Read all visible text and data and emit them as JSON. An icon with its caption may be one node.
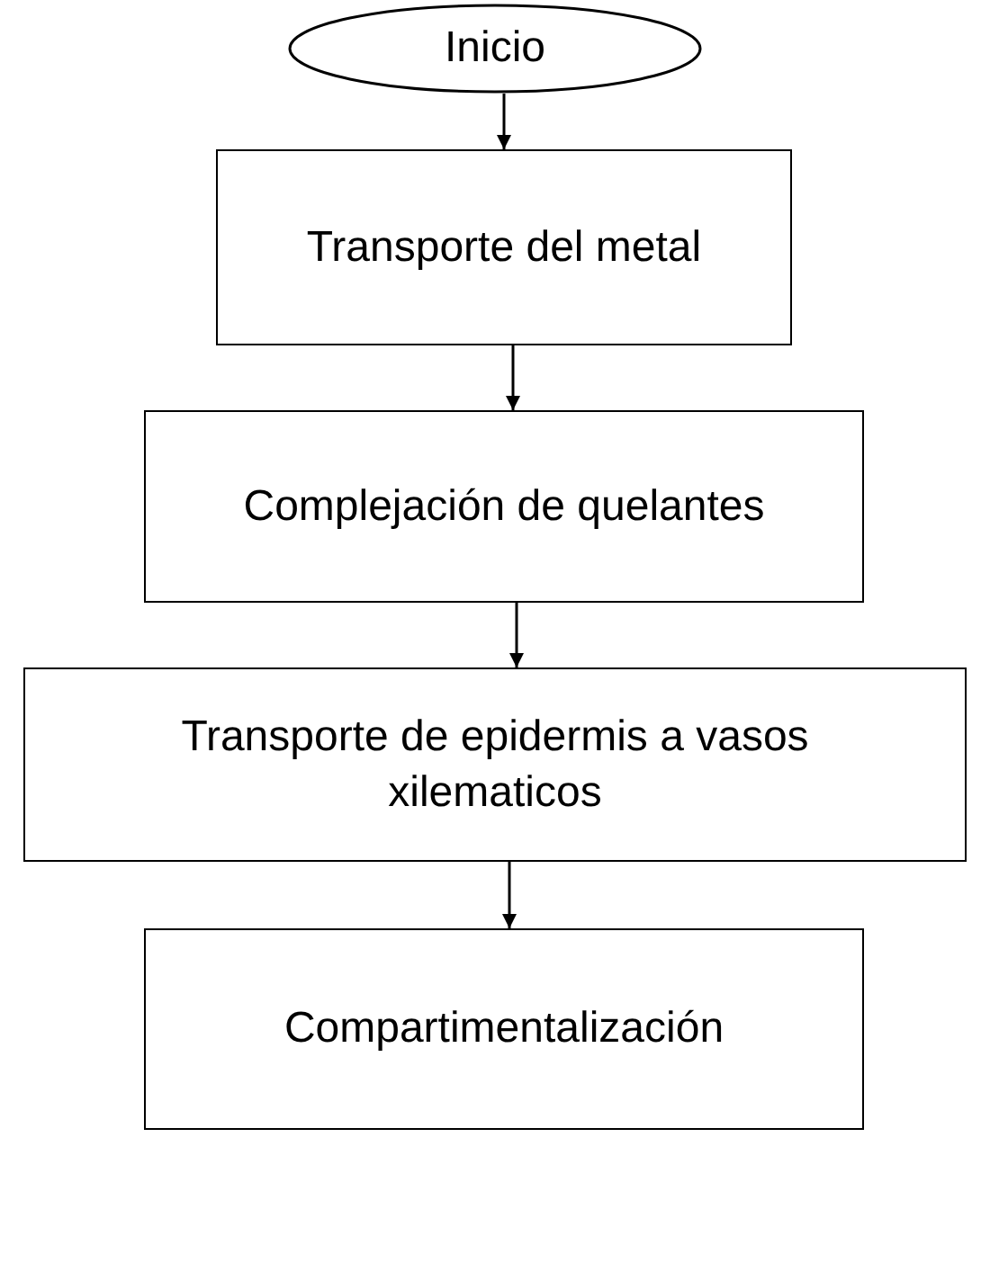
{
  "diagram": {
    "nodes": [
      {
        "text": [
          "Inicio"
        ]
      },
      {
        "text": [
          "Transporte del metal"
        ]
      },
      {
        "text": [
          "Complejación de quelantes"
        ]
      },
      {
        "text": [
          "Transporte de epidermis a vasos xilematicos"
        ]
      },
      {
        "text": [
          "Compartimentalización"
        ]
      }
    ],
    "edges": [
      {
        "from": 0,
        "to": 1,
        "arrow": "to"
      },
      {
        "from": 1,
        "to": 2,
        "arrow": "to"
      },
      {
        "from": 2,
        "to": 3,
        "arrow": "to"
      },
      {
        "from": 3,
        "to": 4,
        "arrow": "to"
      }
    ]
  }
}
